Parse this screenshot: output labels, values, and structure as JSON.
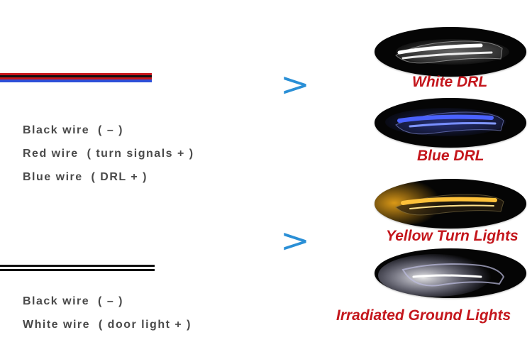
{
  "group1": {
    "wires": [
      {
        "label": "Black wire  ( – )"
      },
      {
        "label": "Red wire  ( turn signals + )"
      },
      {
        "label": "Blue wire  ( DRL + )"
      }
    ],
    "strip_colors": [
      "#c8151b",
      "#111111",
      "#c8151b",
      "#2d4fd8"
    ]
  },
  "group2": {
    "wires": [
      {
        "label": "Black wire  ( – )"
      },
      {
        "label": "White wire  ( door light + )"
      }
    ],
    "strip_colors": [
      "#111111",
      "#ffffff",
      "#111111"
    ]
  },
  "arrow_glyph": ">",
  "lights": [
    {
      "caption": "White DRL",
      "glow": "#f2f2f2"
    },
    {
      "caption": "Blue DRL",
      "glow": "#3b55ff"
    },
    {
      "caption": "Yellow Turn Lights",
      "glow": "#ffb21a"
    },
    {
      "caption": "Irradiated Ground Lights",
      "glow": "#e6e6ff"
    }
  ],
  "colors": {
    "arrow": "#2a8fd6",
    "caption": "#c4161c",
    "label": "#4a4a4a"
  }
}
